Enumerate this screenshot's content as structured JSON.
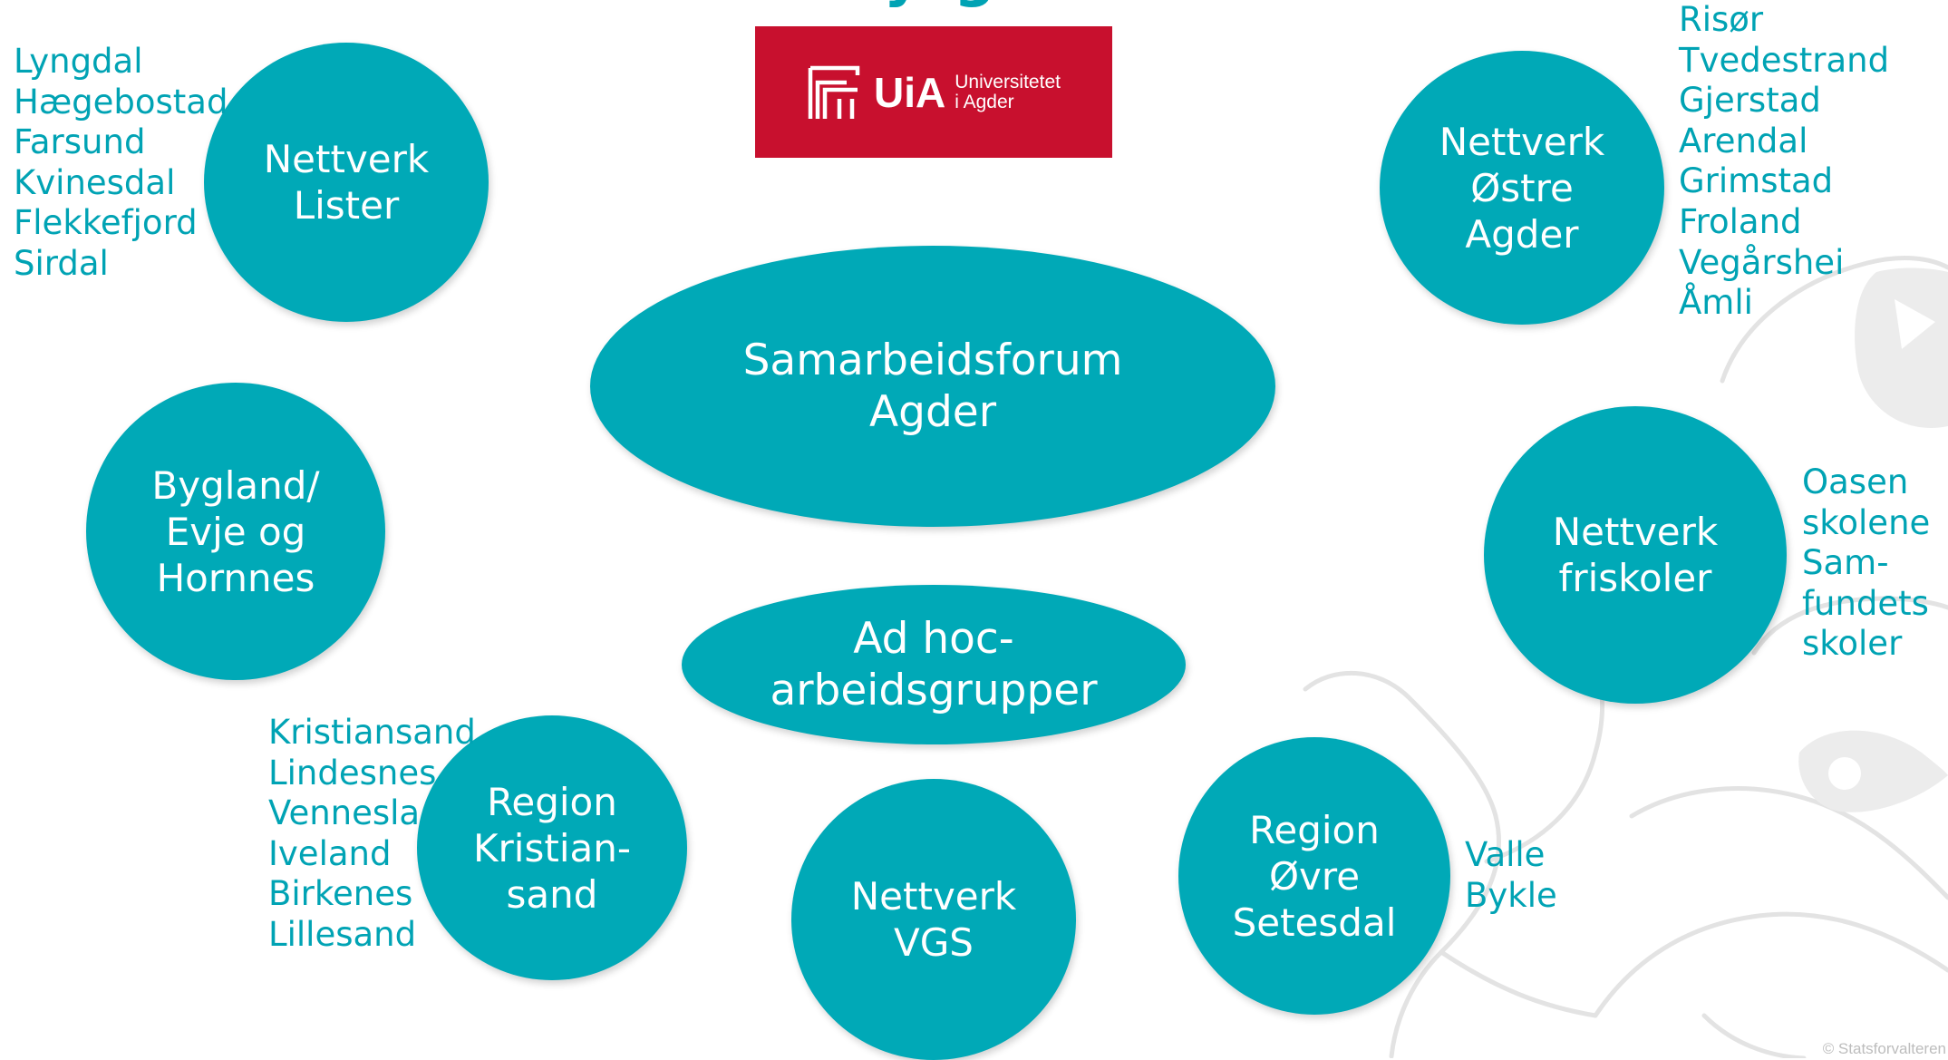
{
  "header": {
    "title_fragment": "yrg"
  },
  "logo": {
    "wordmark": "UiA",
    "subtitle": "Universitetet\ni Agder",
    "color": "#C8102E"
  },
  "accent_color": "#00A9B7",
  "text_color": "#00A3B4",
  "nodes": {
    "samarbeidsforum": "Samarbeidsforum\nAgder",
    "adhoc": "Ad hoc-\narbeidsgrupper",
    "lister": "Nettverk\nLister",
    "ostre": "Nettverk\nØstre\nAgder",
    "bygland": "Bygland/\nEvje og\nHornnes",
    "friskoler": "Nettverk\nfriskoler",
    "kristiansand": "Region\nKristian-\nsand",
    "vgs": "Nettverk\nVGS",
    "ovre": "Region\nØvre\nSetesdal"
  },
  "lists": {
    "lister": [
      "Lyngdal",
      "Hægebostad",
      "Farsund",
      "Kvinesdal",
      "Flekkefjord",
      "Sirdal"
    ],
    "ostre": [
      "Risør",
      "Tvedestrand",
      "Gjerstad",
      "Arendal",
      "Grimstad",
      "Froland",
      "Vegårshei",
      "Åmli"
    ],
    "friskoler": [
      "Oasen",
      "skolene",
      "Sam-",
      "fundets",
      "skoler"
    ],
    "kristiansand": [
      "Kristiansand",
      "Lindesnes",
      "Vennesla",
      "Iveland",
      "Birkenes",
      "Lillesand"
    ],
    "ovre": [
      "Valle",
      "Bykle"
    ]
  },
  "footer": {
    "copyright": "© Statsforvalteren"
  }
}
